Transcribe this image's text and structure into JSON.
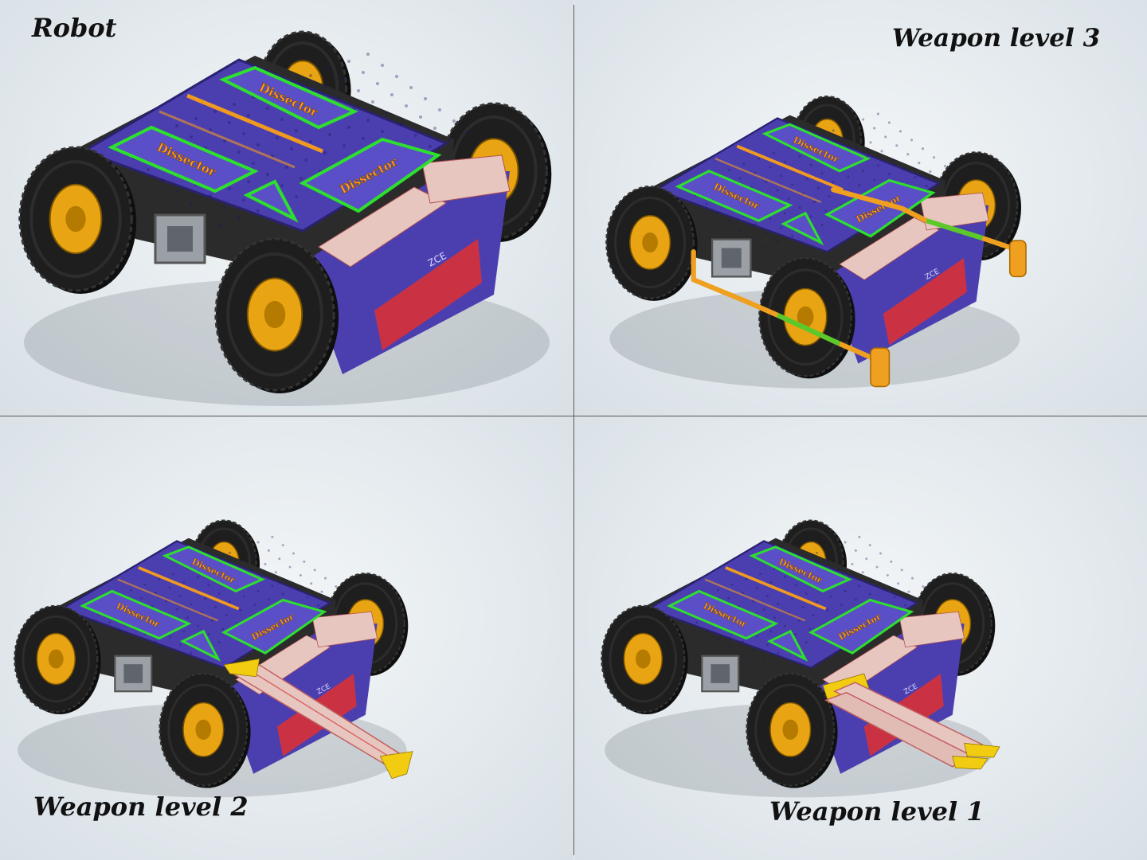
{
  "panels": [
    {
      "id": "robot",
      "caption": "Robot"
    },
    {
      "id": "weapon-level-3",
      "caption": "Weapon level 3"
    },
    {
      "id": "weapon-level-2",
      "caption": "Weapon level 2"
    },
    {
      "id": "weapon-level-1",
      "caption": "Weapon level 1"
    }
  ],
  "plate_label": "Dissector",
  "brand_label": "ZCE",
  "colors": {
    "chassis": "#4b3fb0",
    "plate_outline": "#2ee02e",
    "tire": "#1e1e1e",
    "hub": "#e8a412",
    "armor_red": "#e03030",
    "hammer_orange": "#f0a020",
    "hammer_green": "#5cc82a",
    "wedge_yellow": "#f2cc10"
  }
}
